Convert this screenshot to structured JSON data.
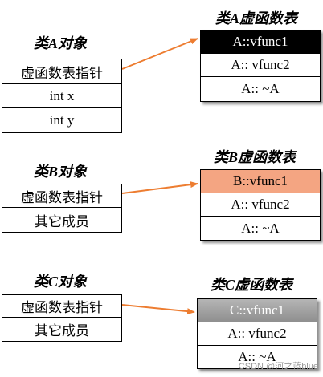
{
  "objects": [
    {
      "title": "类A对象",
      "rows": [
        "虚函数表指针",
        "int  x",
        "int  y"
      ]
    },
    {
      "title": "类B对象",
      "rows": [
        "虚函数表指针",
        "其它成员"
      ]
    },
    {
      "title": "类C对象",
      "rows": [
        "虚函数表指针",
        "其它成员"
      ]
    }
  ],
  "vtables": [
    {
      "title": "类A虚函数表",
      "rows": [
        "A::vfunc1",
        "A:: vfunc2",
        "A:: ~A"
      ]
    },
    {
      "title": "类B虚函数表",
      "rows": [
        "B::vfunc1",
        "A:: vfunc2",
        "A:: ~A"
      ]
    },
    {
      "title": "类C虚函数表",
      "rows": [
        "C::vfunc1",
        "A:: vfunc2",
        "A:: ~A"
      ]
    }
  ],
  "colors": {
    "arrow": "#ED7D31",
    "a_highlight": "#000000",
    "b_highlight": "#F4A582",
    "c_highlight": "#9E9E9E"
  },
  "watermark": "CSDN @河之蓝blue"
}
